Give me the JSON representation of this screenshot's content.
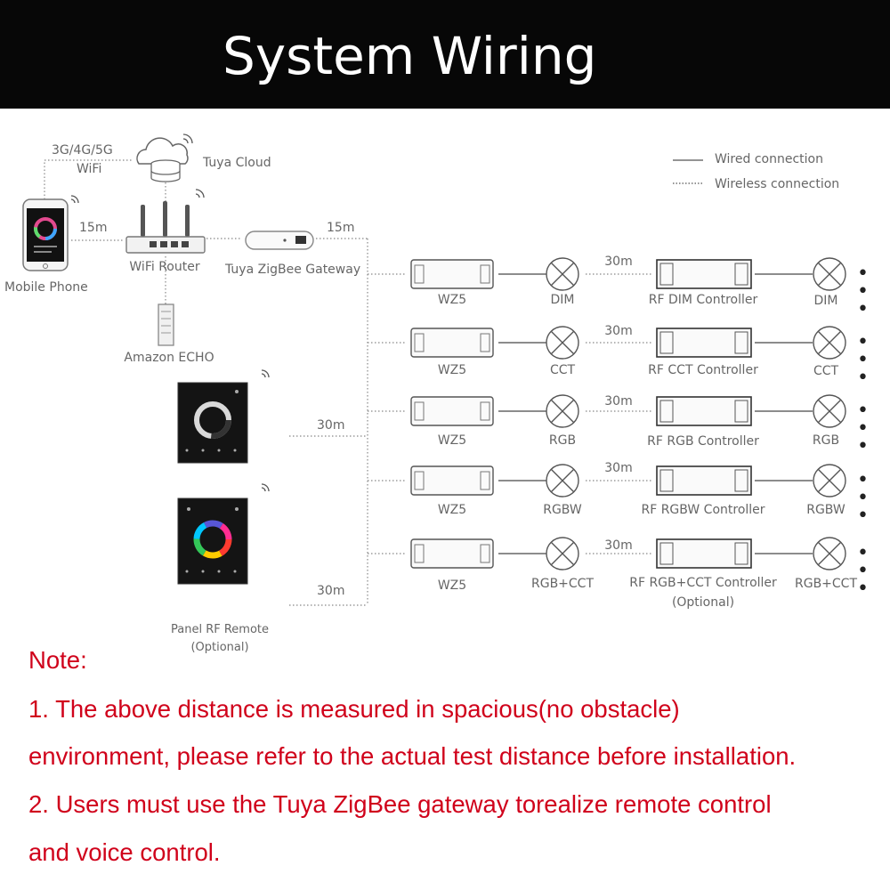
{
  "header": {
    "title": "System Wiring"
  },
  "legend": {
    "wired": "Wired connection",
    "wireless": "Wireless connection"
  },
  "devices": {
    "network": "3G/4G/5G",
    "wifi": "WiFi",
    "cloud": "Tuya Cloud",
    "phone": "Mobile Phone",
    "router": "WiFi Router",
    "gateway": "Tuya ZigBee Gateway",
    "echo": "Amazon ECHO",
    "panel_line1": "Panel RF Remote",
    "panel_line2": "(Optional)"
  },
  "distances": {
    "phone_router": "15m",
    "gateway_bus": "15m",
    "panel": "30m",
    "rf": "30m"
  },
  "rows": [
    {
      "module": "WZ5",
      "lamp": "DIM",
      "controller": "RF DIM Controller",
      "lamp2": "DIM",
      "distance": "30m",
      "optional": ""
    },
    {
      "module": "WZ5",
      "lamp": "CCT",
      "controller": "RF CCT Controller",
      "lamp2": "CCT",
      "distance": "30m",
      "optional": ""
    },
    {
      "module": "WZ5",
      "lamp": "RGB",
      "controller": "RF RGB Controller",
      "lamp2": "RGB",
      "distance": "30m",
      "optional": ""
    },
    {
      "module": "WZ5",
      "lamp": "RGBW",
      "controller": "RF RGBW Controller",
      "lamp2": "RGBW",
      "distance": "30m",
      "optional": ""
    },
    {
      "module": "WZ5",
      "lamp": "RGB+CCT",
      "controller": "RF RGB+CCT Controller",
      "lamp2": "RGB+CCT",
      "distance": "30m",
      "optional": "(Optional)"
    }
  ],
  "more": "• • •",
  "notes": {
    "title": "Note:",
    "line1": "1. The above distance is measured in spacious(no obstacle)",
    "line2": "environment, please refer to the actual test distance before installation.",
    "line3": "2. Users must use the Tuya ZigBee gateway torealize remote control",
    "line4": "and voice control."
  },
  "colors": {
    "header_bg": "#070707",
    "header_text": "#ffffff",
    "note_text": "#d0021b",
    "line": "#666666",
    "label": "#666666"
  }
}
